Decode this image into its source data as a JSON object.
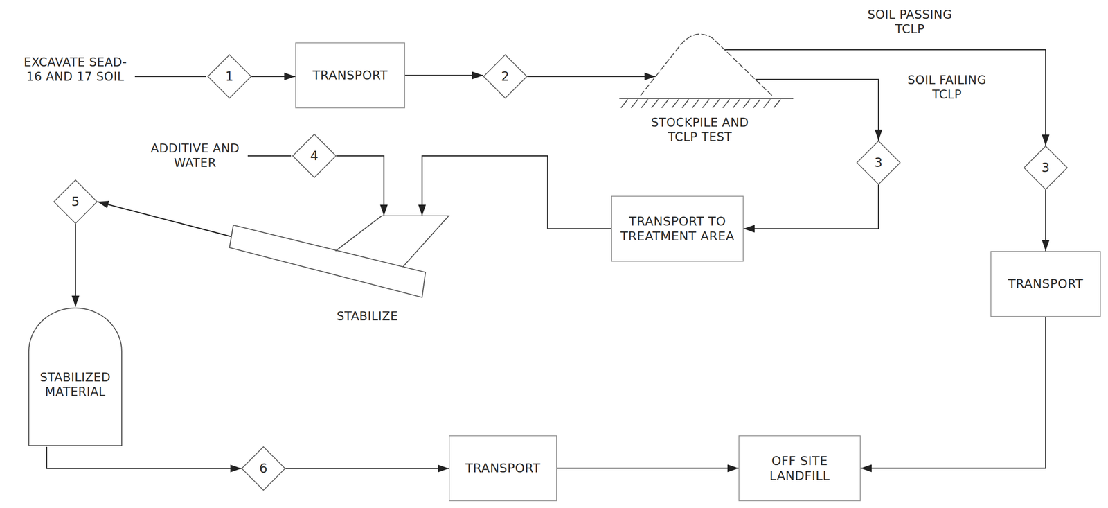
{
  "diagram": {
    "nodes": [
      {
        "text": [
          "1"
        ]
      },
      {
        "text": [
          "TRANSPORT"
        ]
      },
      {
        "text": [
          "2"
        ]
      },
      {
        "text": [
          "STOCKPILE AND TCLP TEST"
        ]
      },
      {
        "text": [
          "3"
        ]
      },
      {
        "text": [
          "3"
        ]
      },
      {
        "text": [
          "TRANSPORT TO TREATMENT AREA"
        ]
      },
      {
        "text": [
          "4"
        ]
      },
      {
        "text": [
          "STABILIZE"
        ]
      },
      {
        "text": [
          "5"
        ]
      },
      {
        "text": [
          "STABILIZED MATERIAL"
        ]
      },
      {
        "text": [
          "6"
        ]
      },
      {
        "text": [
          "TRANSPORT"
        ]
      },
      {
        "text": [
          "TRANSPORT"
        ]
      },
      {
        "text": [
          "OFF SITE LANDFILL"
        ]
      }
    ],
    "edges": [
      {
        "from": 0,
        "to": 1,
        "arrow": "to"
      },
      {
        "from": 1,
        "to": 2,
        "arrow": "to"
      },
      {
        "from": 2,
        "to": 3,
        "arrow": "to"
      },
      {
        "from": 3,
        "to": 5,
        "label": "SOIL PASSING TCLP",
        "arrow": "to"
      },
      {
        "from": 3,
        "to": 4,
        "label": "SOIL FAILING TCLP",
        "arrow": "to"
      },
      {
        "from": 4,
        "to": 6,
        "arrow": "to"
      },
      {
        "from": 6,
        "to": 8,
        "arrow": "to"
      },
      {
        "from": 7,
        "to": 8,
        "arrow": "to"
      },
      {
        "from": 8,
        "to": 9,
        "arrow": "to"
      },
      {
        "from": 9,
        "to": 10,
        "arrow": "to"
      },
      {
        "from": 10,
        "to": 11,
        "arrow": "to"
      },
      {
        "from": 11,
        "to": 13,
        "arrow": "to"
      },
      {
        "from": 13,
        "to": 14,
        "arrow": "to"
      },
      {
        "from": 5,
        "to": 12,
        "arrow": "to"
      },
      {
        "from": 12,
        "to": 14,
        "arrow": "to"
      }
    ],
    "labels": [
      "EXCAVATE SEAD-16 AND 17 SOIL",
      "ADDITIVE AND WATER"
    ]
  }
}
